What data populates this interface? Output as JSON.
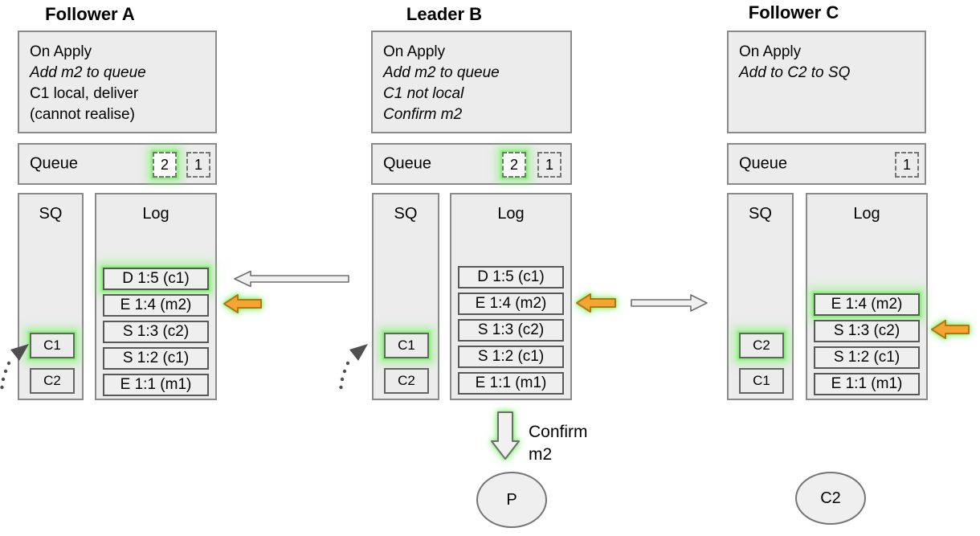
{
  "colors": {
    "panel_fill": "#ECECEC",
    "panel_border": "#8A8A8A",
    "highlight_green": "#7DF36B",
    "arrow_orange": "#F5A632",
    "arrow_orange_border": "#B3770F",
    "arrow_gray_fill": "#F1F1F1",
    "arrow_gray_border": "#6E6E6E"
  },
  "columns": [
    {
      "title": "Follower A",
      "apply_lines": [
        "On Apply",
        "Add m2 to queue",
        "C1 local, deliver",
        "(cannot realise)"
      ],
      "queue": {
        "label": "Queue",
        "slots": [
          {
            "num": "2",
            "glow": true
          },
          {
            "num": "1",
            "glow": false
          }
        ]
      },
      "sq": {
        "label": "SQ",
        "items": [
          {
            "label": "C1",
            "glow": true
          },
          {
            "label": "C2",
            "glow": false
          }
        ]
      },
      "log": {
        "label": "Log",
        "entries": [
          {
            "text": "D 1:5 (c1)",
            "glow": true
          },
          {
            "text": "E 1:4 (m2)",
            "glow": false
          },
          {
            "text": "S 1:3 (c2)",
            "glow": false
          },
          {
            "text": "S 1:2 (c1)",
            "glow": false
          },
          {
            "text": "E 1:1 (m1)",
            "glow": false
          }
        ]
      }
    },
    {
      "title": "Leader B",
      "apply_lines": [
        "On Apply",
        "Add m2 to queue",
        "C1 not local",
        "Confirm m2"
      ],
      "queue": {
        "label": "Queue",
        "slots": [
          {
            "num": "2",
            "glow": true
          },
          {
            "num": "1",
            "glow": false
          }
        ]
      },
      "sq": {
        "label": "SQ",
        "items": [
          {
            "label": "C1",
            "glow": true
          },
          {
            "label": "C2",
            "glow": false
          }
        ]
      },
      "log": {
        "label": "Log",
        "entries": [
          {
            "text": "D 1:5 (c1)",
            "glow": false
          },
          {
            "text": "E 1:4 (m2)",
            "glow": false
          },
          {
            "text": "S 1:3 (c2)",
            "glow": false
          },
          {
            "text": "S 1:2 (c1)",
            "glow": false
          },
          {
            "text": "E 1:1 (m1)",
            "glow": false
          }
        ]
      }
    },
    {
      "title": "Follower C",
      "apply_lines": [
        "On Apply",
        "Add to C2 to SQ"
      ],
      "queue": {
        "label": "Queue",
        "slots": [
          {
            "num": "1",
            "glow": false
          }
        ]
      },
      "sq": {
        "label": "SQ",
        "items": [
          {
            "label": "C2",
            "glow": true
          },
          {
            "label": "C1",
            "glow": false
          }
        ]
      },
      "log": {
        "label": "Log",
        "entries": [
          {
            "text": "E 1:4 (m2)",
            "glow": true
          },
          {
            "text": "S 1:3 (c2)",
            "glow": false
          },
          {
            "text": "S 1:2 (c1)",
            "glow": false
          },
          {
            "text": "E 1:1 (m1)",
            "glow": false
          }
        ]
      }
    }
  ],
  "confirm": {
    "line1": "Confirm",
    "line2": "m2"
  },
  "nodes": {
    "process": "P",
    "client": "C2"
  },
  "icons": {
    "replicate_b_to_a": "hollow-arrow-left",
    "ack_a": "orange-arrow-left",
    "ack_b": "orange-arrow-left",
    "replicate_b_to_c": "hollow-arrow-right",
    "ack_c": "orange-arrow-left",
    "confirm_down": "hollow-arrow-down",
    "sq_pointer_a": "dotted-arrow",
    "sq_pointer_b": "dotted-arrow"
  }
}
